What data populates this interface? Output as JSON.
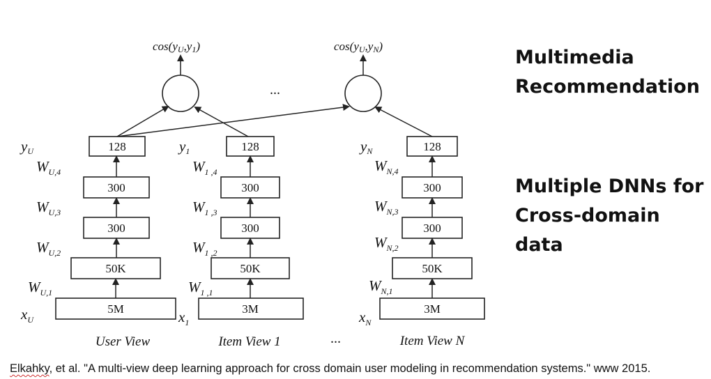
{
  "headings": {
    "title_line1": "Multimedia",
    "title_line2": "Recommendation",
    "subtitle_line1": "Multiple DNNs for",
    "subtitle_line2": "Cross-domain data"
  },
  "citation": {
    "author": "Elkahky",
    "rest": ", et al. \"A multi-view deep learning approach for cross domain user modeling in recommendation systems.\" www 2015."
  },
  "diagram": {
    "ellipsis": "...",
    "outputs": [
      {
        "prefix": "cos(y",
        "sub1": "U",
        "sep": ",y",
        "sub2": "1",
        "suffix": ")"
      },
      {
        "prefix": "cos(y",
        "sub1": "U",
        "sep": ",y",
        "sub2": "N",
        "suffix": ")"
      }
    ],
    "towers": [
      {
        "view": "User View",
        "output": {
          "base": "y",
          "sub": "U"
        },
        "input": {
          "base": "x",
          "sub": "U"
        },
        "layers": [
          "128",
          "300",
          "300",
          "50K",
          "5M"
        ],
        "weights": [
          {
            "base": "W",
            "sub": "U,4"
          },
          {
            "base": "W",
            "sub": "U,3"
          },
          {
            "base": "W",
            "sub": "U,2"
          },
          {
            "base": "W",
            "sub": "U,1"
          }
        ]
      },
      {
        "view": "Item View 1",
        "output": {
          "base": "y",
          "sub": "1"
        },
        "input": {
          "base": "x",
          "sub": "1"
        },
        "layers": [
          "128",
          "300",
          "300",
          "50K",
          "3M"
        ],
        "weights": [
          {
            "base": "W",
            "sub": "1 ,4"
          },
          {
            "base": "W",
            "sub": "1 ,3"
          },
          {
            "base": "W",
            "sub": "1 ,2"
          },
          {
            "base": "W",
            "sub": "1 ,1"
          }
        ]
      },
      {
        "view": "Item View N",
        "output": {
          "base": "y",
          "sub": "N"
        },
        "input": {
          "base": "x",
          "sub": "N"
        },
        "layers": [
          "128",
          "300",
          "300",
          "50K",
          "3M"
        ],
        "weights": [
          {
            "base": "W",
            "sub": "N,4"
          },
          {
            "base": "W",
            "sub": "N,3"
          },
          {
            "base": "W",
            "sub": "N,2"
          },
          {
            "base": "W",
            "sub": "N,1"
          }
        ]
      }
    ]
  }
}
